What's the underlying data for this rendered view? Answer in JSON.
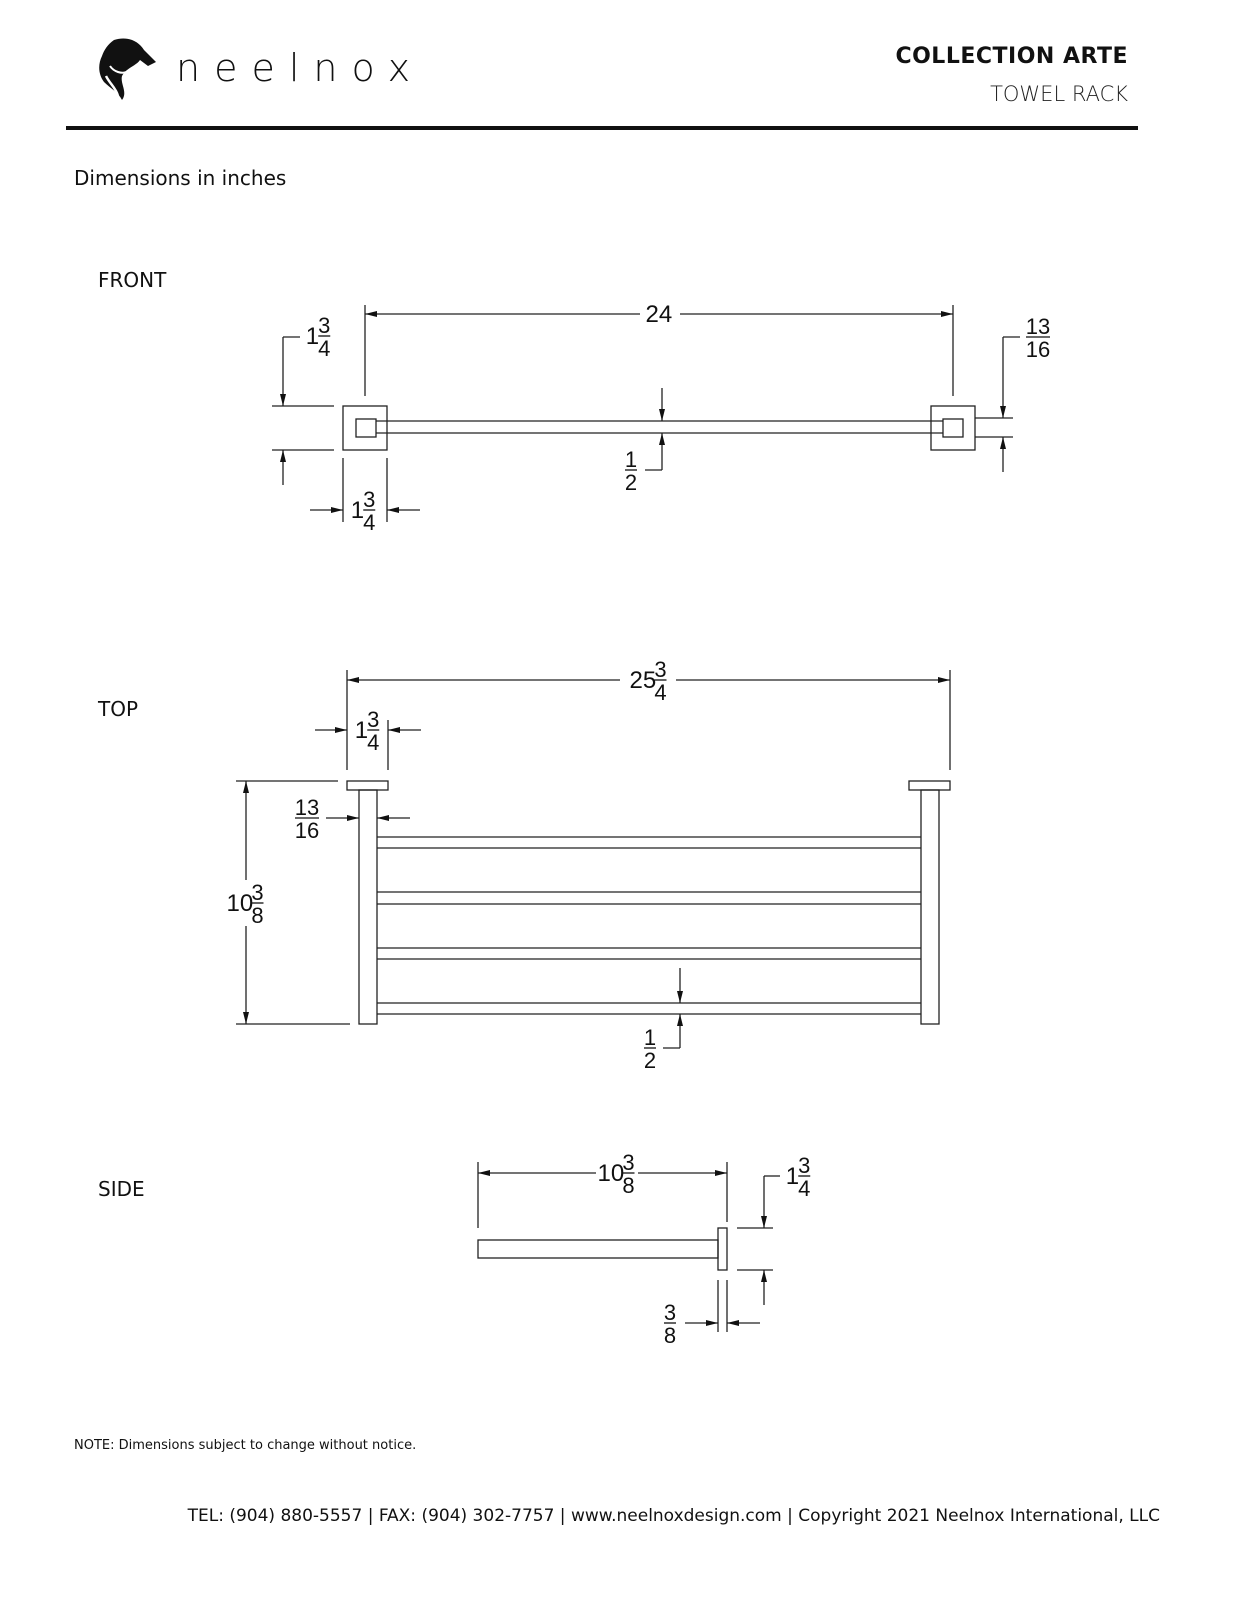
{
  "header": {
    "brand": "neelnox",
    "collection": "COLLECTION ARTE",
    "product": "TOWEL RACK"
  },
  "units_label": "Dimensions in inches",
  "views": {
    "front": {
      "label": "FRONT",
      "dims": {
        "length": {
          "whole": "24"
        },
        "bracket_height": {
          "whole": "1",
          "num": "3",
          "den": "4"
        },
        "bracket_width": {
          "whole": "1",
          "num": "3",
          "den": "4"
        },
        "bar_thickness": {
          "num": "1",
          "den": "2"
        },
        "bar_height": {
          "num": "13",
          "den": "16"
        }
      }
    },
    "top": {
      "label": "TOP",
      "dims": {
        "overall_length": {
          "whole": "25",
          "num": "3",
          "den": "4"
        },
        "plate_width": {
          "whole": "1",
          "num": "3",
          "den": "4"
        },
        "depth": {
          "whole": "10",
          "num": "3",
          "den": "8"
        },
        "post_width": {
          "num": "13",
          "den": "16"
        },
        "bar_thickness": {
          "num": "1",
          "den": "2"
        }
      }
    },
    "side": {
      "label": "SIDE",
      "dims": {
        "depth": {
          "whole": "10",
          "num": "3",
          "den": "8"
        },
        "plate_height": {
          "whole": "1",
          "num": "3",
          "den": "4"
        },
        "plate_thickness": {
          "num": "3",
          "den": "8"
        }
      }
    }
  },
  "note": "NOTE: Dimensions subject to change without notice.",
  "footer": "TEL: (904) 880-5557 | FAX: (904) 302-7757 | www.neelnoxdesign.com | Copyright 2021 Neelnox International, LLC"
}
